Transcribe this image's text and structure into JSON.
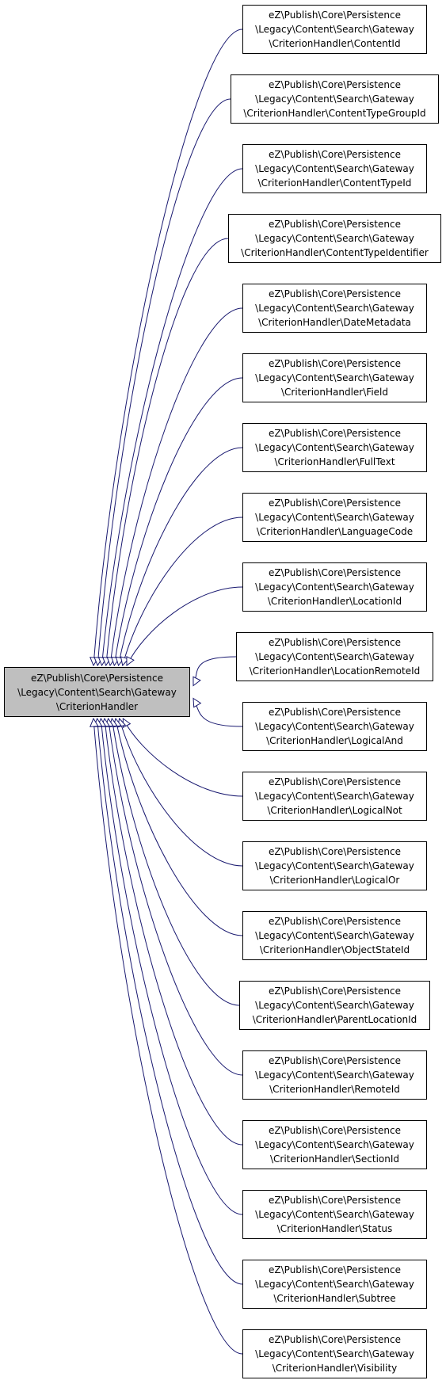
{
  "diagram": {
    "colors": {
      "edge": "#191970",
      "base_fill": "#bfbfbf",
      "node_fill": "#ffffff",
      "border": "#000000"
    },
    "base": {
      "lines": [
        "eZ\\Publish\\Core\\Persistence",
        "\\Legacy\\Content\\Search\\Gateway",
        "\\CriterionHandler"
      ]
    },
    "children": [
      {
        "lines": [
          "eZ\\Publish\\Core\\Persistence",
          "\\Legacy\\Content\\Search\\Gateway",
          "\\CriterionHandler\\ContentId"
        ]
      },
      {
        "lines": [
          "eZ\\Publish\\Core\\Persistence",
          "\\Legacy\\Content\\Search\\Gateway",
          "\\CriterionHandler\\ContentTypeGroupId"
        ]
      },
      {
        "lines": [
          "eZ\\Publish\\Core\\Persistence",
          "\\Legacy\\Content\\Search\\Gateway",
          "\\CriterionHandler\\ContentTypeId"
        ]
      },
      {
        "lines": [
          "eZ\\Publish\\Core\\Persistence",
          "\\Legacy\\Content\\Search\\Gateway",
          "\\CriterionHandler\\ContentTypeIdentifier"
        ]
      },
      {
        "lines": [
          "eZ\\Publish\\Core\\Persistence",
          "\\Legacy\\Content\\Search\\Gateway",
          "\\CriterionHandler\\DateMetadata"
        ]
      },
      {
        "lines": [
          "eZ\\Publish\\Core\\Persistence",
          "\\Legacy\\Content\\Search\\Gateway",
          "\\CriterionHandler\\Field"
        ]
      },
      {
        "lines": [
          "eZ\\Publish\\Core\\Persistence",
          "\\Legacy\\Content\\Search\\Gateway",
          "\\CriterionHandler\\FullText"
        ]
      },
      {
        "lines": [
          "eZ\\Publish\\Core\\Persistence",
          "\\Legacy\\Content\\Search\\Gateway",
          "\\CriterionHandler\\LanguageCode"
        ]
      },
      {
        "lines": [
          "eZ\\Publish\\Core\\Persistence",
          "\\Legacy\\Content\\Search\\Gateway",
          "\\CriterionHandler\\LocationId"
        ]
      },
      {
        "lines": [
          "eZ\\Publish\\Core\\Persistence",
          "\\Legacy\\Content\\Search\\Gateway",
          "\\CriterionHandler\\LocationRemoteId"
        ]
      },
      {
        "lines": [
          "eZ\\Publish\\Core\\Persistence",
          "\\Legacy\\Content\\Search\\Gateway",
          "\\CriterionHandler\\LogicalAnd"
        ]
      },
      {
        "lines": [
          "eZ\\Publish\\Core\\Persistence",
          "\\Legacy\\Content\\Search\\Gateway",
          "\\CriterionHandler\\LogicalNot"
        ]
      },
      {
        "lines": [
          "eZ\\Publish\\Core\\Persistence",
          "\\Legacy\\Content\\Search\\Gateway",
          "\\CriterionHandler\\LogicalOr"
        ]
      },
      {
        "lines": [
          "eZ\\Publish\\Core\\Persistence",
          "\\Legacy\\Content\\Search\\Gateway",
          "\\CriterionHandler\\ObjectStateId"
        ]
      },
      {
        "lines": [
          "eZ\\Publish\\Core\\Persistence",
          "\\Legacy\\Content\\Search\\Gateway",
          "\\CriterionHandler\\ParentLocationId"
        ]
      },
      {
        "lines": [
          "eZ\\Publish\\Core\\Persistence",
          "\\Legacy\\Content\\Search\\Gateway",
          "\\CriterionHandler\\RemoteId"
        ]
      },
      {
        "lines": [
          "eZ\\Publish\\Core\\Persistence",
          "\\Legacy\\Content\\Search\\Gateway",
          "\\CriterionHandler\\SectionId"
        ]
      },
      {
        "lines": [
          "eZ\\Publish\\Core\\Persistence",
          "\\Legacy\\Content\\Search\\Gateway",
          "\\CriterionHandler\\Status"
        ]
      },
      {
        "lines": [
          "eZ\\Publish\\Core\\Persistence",
          "\\Legacy\\Content\\Search\\Gateway",
          "\\CriterionHandler\\Subtree"
        ]
      },
      {
        "lines": [
          "eZ\\Publish\\Core\\Persistence",
          "\\Legacy\\Content\\Search\\Gateway",
          "\\CriterionHandler\\Visibility"
        ]
      }
    ]
  }
}
